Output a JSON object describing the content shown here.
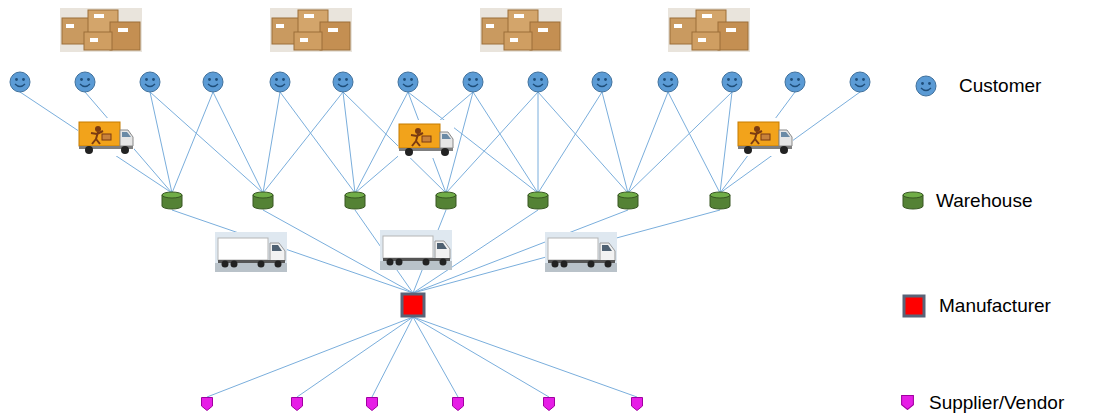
{
  "diagram": {
    "legend": [
      {
        "text": "Customer"
      },
      {
        "text": "Warehouse"
      },
      {
        "text": "Manufacturer"
      },
      {
        "text": "Supplier/Vendor"
      }
    ]
  }
}
